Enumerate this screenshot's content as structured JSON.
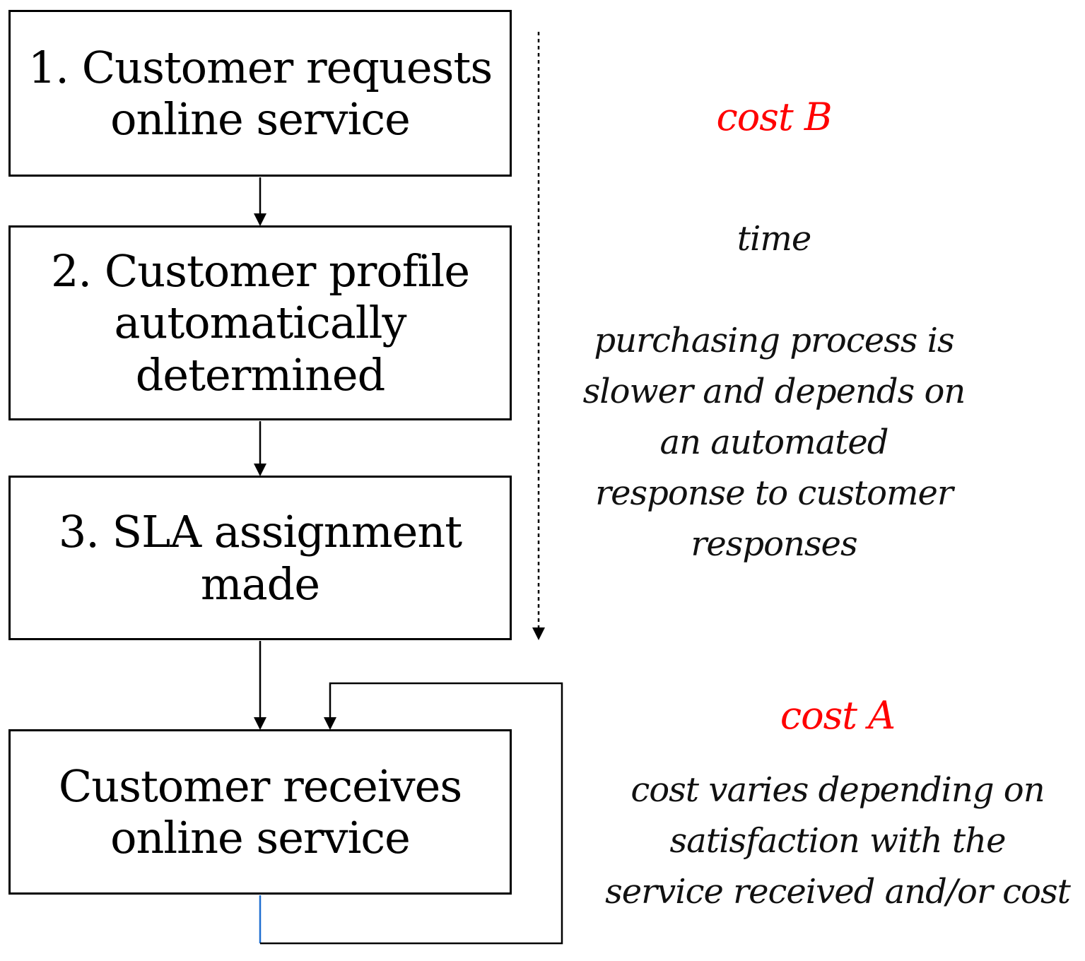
{
  "steps": [
    {
      "text": "1. Customer requests\nonline service"
    },
    {
      "text": "2. Customer profile\nautomatically\ndetermined"
    },
    {
      "text": "3. SLA assignment\nmade"
    },
    {
      "text": "Customer receives\nonline service"
    }
  ],
  "annotations": {
    "cost_b": "cost B",
    "time": "time",
    "purchasing_note": "purchasing process is\nslower and depends on\nan automated\nresponse to customer\nresponses",
    "cost_a": "cost A",
    "cost_varies_note": "cost varies depending on\nsatisfaction with the\nservice received and/or cost"
  },
  "colors": {
    "cost_label": "#ff0000",
    "line": "#000000",
    "loop_start": "#1f6fd0"
  }
}
